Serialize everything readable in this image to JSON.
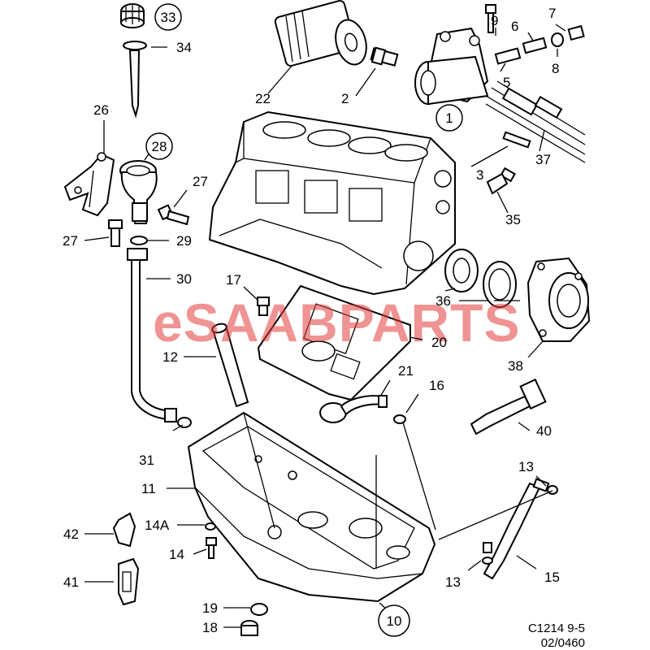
{
  "watermark": "eSAABPARTS",
  "reference_code": [
    "C1214 9-5",
    "02/0460"
  ],
  "labels": {
    "p1": "1",
    "p2": "2",
    "p3": "3",
    "p5": "5",
    "p6": "6",
    "p7": "7",
    "p8": "8",
    "p9": "9",
    "p10": "10",
    "p11": "11",
    "p12": "12",
    "p13a": "13",
    "p13b": "13",
    "p14": "14",
    "p14a": "14A",
    "p15": "15",
    "p16": "16",
    "p17": "17",
    "p18": "18",
    "p19": "19",
    "p20": "20",
    "p21": "21",
    "p22": "22",
    "p26": "26",
    "p27a": "27",
    "p27b": "27",
    "p28": "28",
    "p29": "29",
    "p30": "30",
    "p31": "31",
    "p33": "33",
    "p34": "34",
    "p35": "35",
    "p36": "36",
    "p37": "37",
    "p38": "38",
    "p40": "40",
    "p41": "41",
    "p42": "42"
  }
}
